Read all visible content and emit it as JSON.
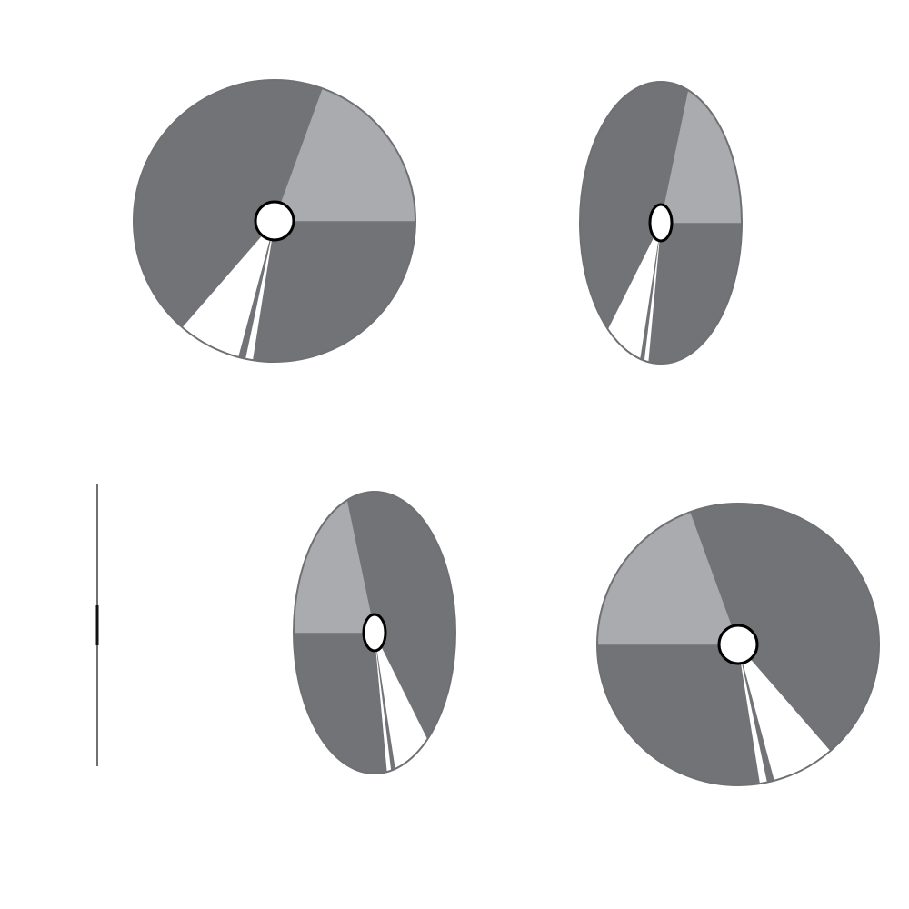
{
  "colors": {
    "dark_segment": "#727377",
    "light_segment": "#aaabaf",
    "gap": "#ffffff",
    "outline": "#6f7074",
    "hub_stroke": "#000000",
    "hub_fill": "#ffffff"
  },
  "disc_views": [
    {
      "view": "front-left-facing"
    },
    {
      "view": "turned-right-partial"
    },
    {
      "view": "edge-on"
    },
    {
      "view": "turned-mirrored-partial"
    },
    {
      "view": "front-mirrored"
    }
  ]
}
